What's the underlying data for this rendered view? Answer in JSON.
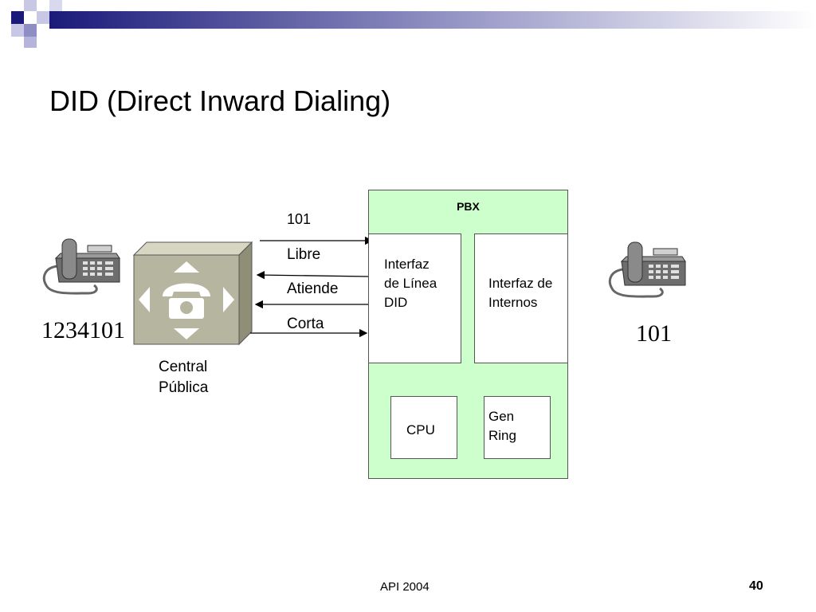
{
  "slide": {
    "title": "DID (Direct Inward Dialing)",
    "footer_left": "API 2004",
    "page_number": "40"
  },
  "diagram": {
    "caller_number": "1234101",
    "callee_number": "101",
    "central_label_line1": "Central",
    "central_label_line2": "Pública",
    "signals": [
      "101",
      "Libre",
      "Atiende",
      "Corta"
    ],
    "pbx": {
      "title": "PBX",
      "did_interface_line1": "Interfaz",
      "did_interface_line2": "de Línea",
      "did_interface_line3": "DID",
      "internal_interface_line1": "Interfaz de",
      "internal_interface_line2": "Internos",
      "cpu_label": "CPU",
      "gen_ring_line1": "Gen",
      "gen_ring_line2": "Ring"
    }
  },
  "colors": {
    "pbx_fill": "#ccffcc",
    "header_accent": "#1a1a7a"
  }
}
